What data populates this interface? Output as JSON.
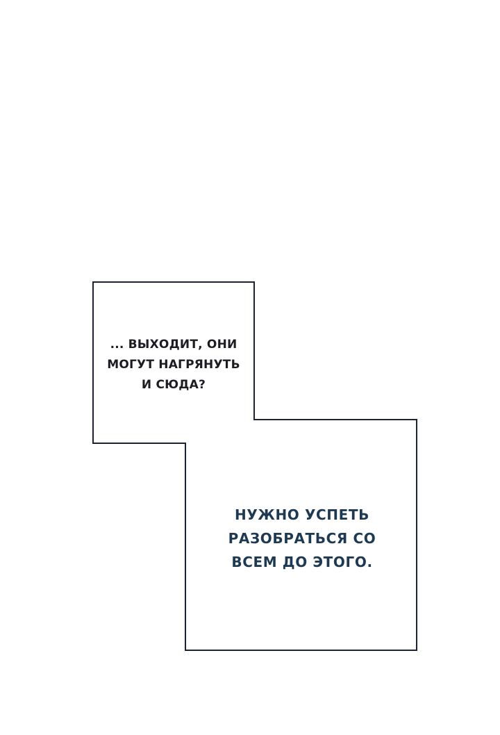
{
  "boxes": [
    {
      "lines": [
        "... выходит, они",
        "могут нагрянуть",
        "и сюда?"
      ],
      "text_color": "#1c1c22"
    },
    {
      "lines": [
        "Нужно успеть",
        "разобраться со",
        "всем до этого."
      ],
      "text_color": "#1e3a52"
    }
  ],
  "colors": {
    "background": "#ffffff",
    "box_border": "#1a2233"
  }
}
